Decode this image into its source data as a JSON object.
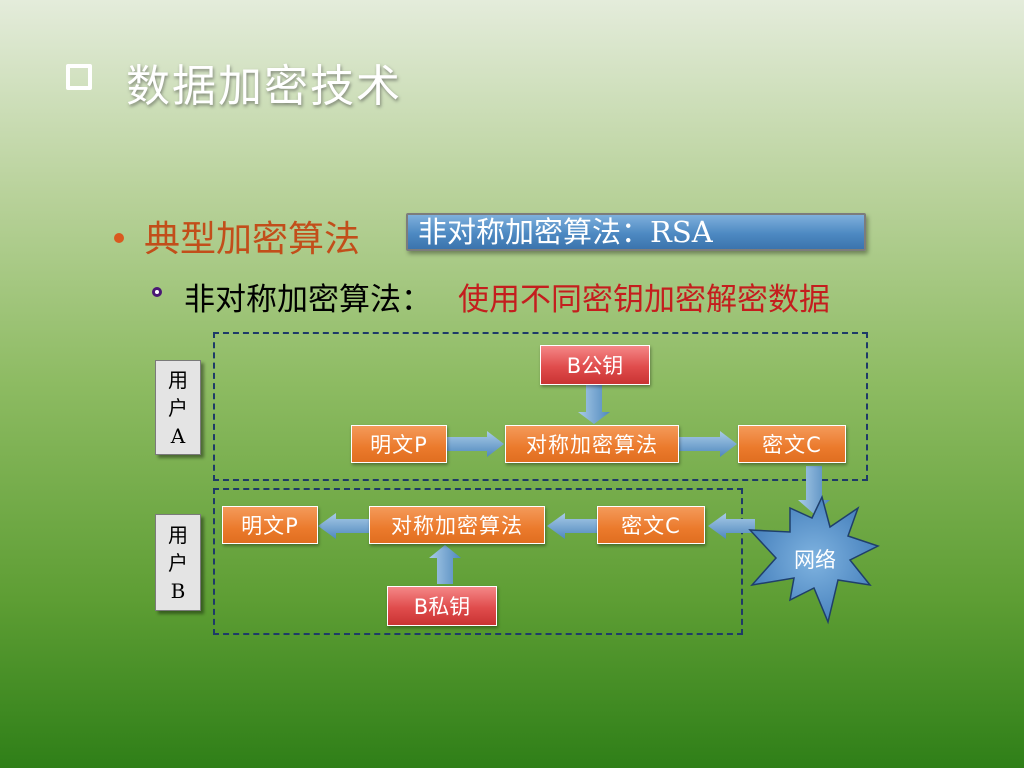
{
  "slide": {
    "title": "数据加密技术",
    "level1_text": "典型加密算法",
    "banner": "非对称加密算法：RSA",
    "level2_prefix": "非对称加密算法：",
    "level2_highlight": "使用不同密钥加密解密数据"
  },
  "diagram": {
    "user_a": "用户A",
    "user_b": "用户B",
    "top_row": {
      "key": "B公钥",
      "plaintext": "明文P",
      "algorithm": "对称加密算法",
      "ciphertext": "密文C"
    },
    "network": "网络",
    "bottom_row": {
      "ciphertext": "密文C",
      "algorithm": "对称加密算法",
      "plaintext": "明文P",
      "key": "B私钥"
    }
  },
  "colors": {
    "title_text": "#ffffff",
    "level1_text": "#c24e1a",
    "banner_fill": "#4d89c2",
    "highlight_text": "#c41e1e",
    "box_orange": "#eb7a2c",
    "box_red": "#e04c4c",
    "arrow_blue": "#6fa3d0",
    "network_fill": "#5b97cf"
  }
}
